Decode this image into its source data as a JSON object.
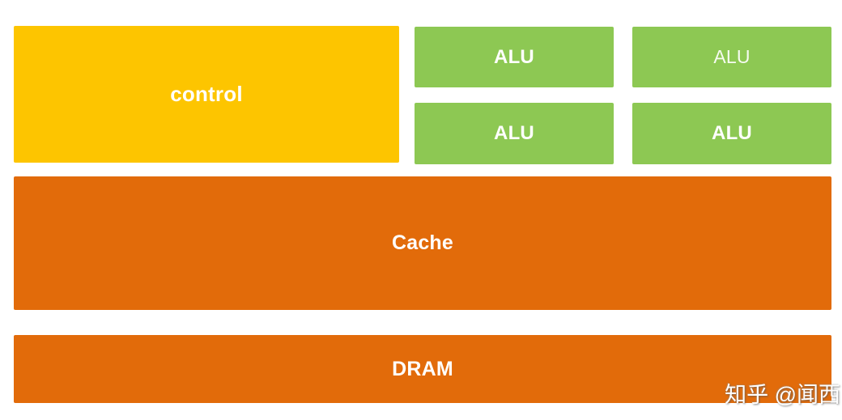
{
  "diagram": {
    "description": "CPU architecture block diagram",
    "blocks": {
      "control": {
        "label": "control"
      },
      "alu_top_left": {
        "label": "ALU"
      },
      "alu_top_right": {
        "label": "ALU"
      },
      "alu_bottom_left": {
        "label": "ALU"
      },
      "alu_bottom_right": {
        "label": "ALU"
      },
      "cache": {
        "label": "Cache"
      },
      "dram": {
        "label": "DRAM"
      }
    },
    "colors": {
      "control_fill": "#FDC500",
      "alu_fill": "#8DC853",
      "memory_fill": "#E26B0A",
      "label_text": "#FFFFFF",
      "background": "#FFFFFF"
    }
  },
  "watermark": {
    "text": "知乎 @闻西"
  }
}
